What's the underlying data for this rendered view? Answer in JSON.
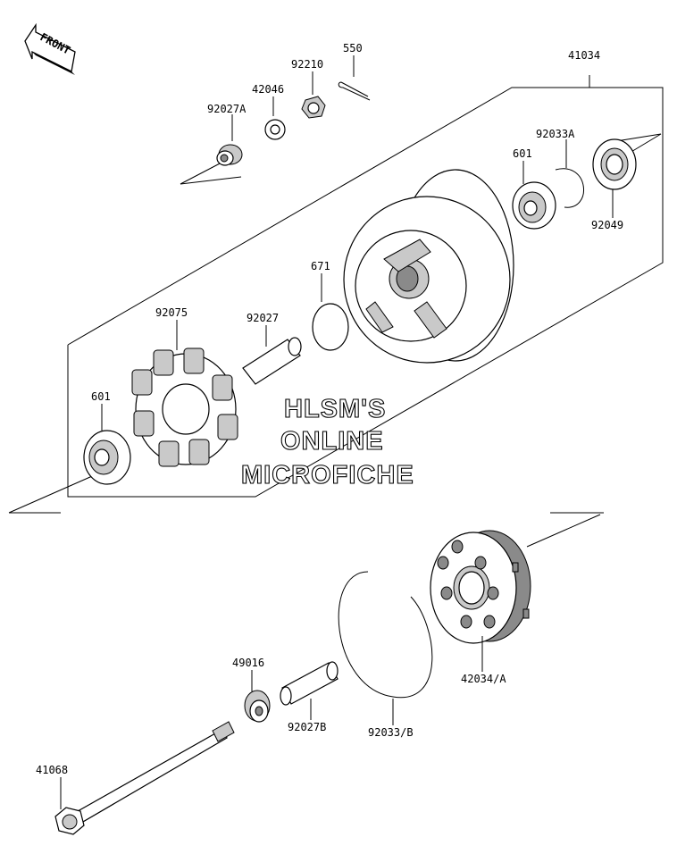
{
  "front_arrow": {
    "label": "FRONT"
  },
  "parts": {
    "p550": "550",
    "p92210": "92210",
    "p42046": "42046",
    "p92027A": "92027A",
    "p41034": "41034",
    "p92033A": "92033A",
    "p601_top": "601",
    "p92049": "92049",
    "p671": "671",
    "p92075": "92075",
    "p92027": "92027",
    "p601_left": "601",
    "p42034A": "42034/A",
    "p49016": "49016",
    "p92027B": "92027B",
    "p92033B": "92033/B",
    "p41068": "41068"
  },
  "watermark": {
    "line1": "HLSM'S",
    "line2": "ONLINE",
    "line3": "MICROFICHE"
  }
}
